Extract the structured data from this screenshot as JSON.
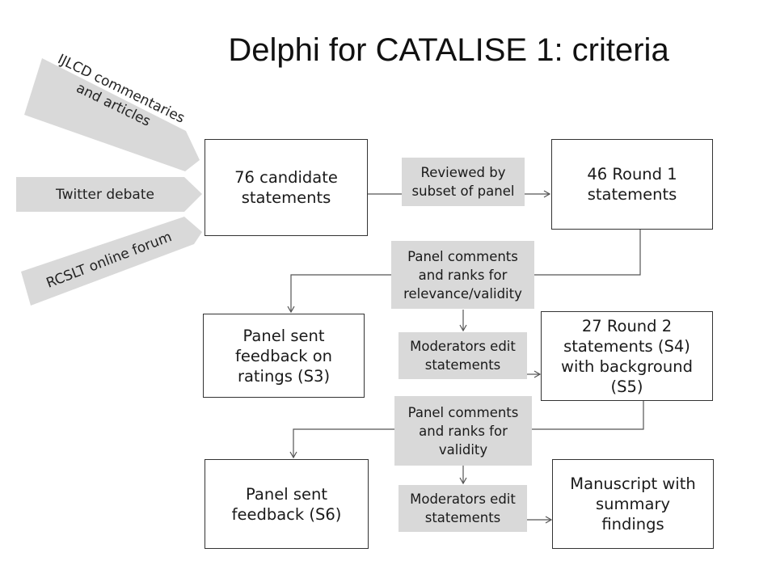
{
  "title": "Delphi for CATALISE 1: criteria",
  "sources": {
    "ijlcd_line1": "IJLCD commentaries",
    "ijlcd_line2": "and articles",
    "twitter": "Twitter debate",
    "rcslt": "RCSLT online forum"
  },
  "boxes": {
    "candidate": "76 candidate statements",
    "round1": "46 Round 1 statements",
    "feedback_s3": "Panel sent feedback on ratings (S3)",
    "round2": "27 Round 2 statements (S4) with background (S5)",
    "feedback_s6": "Panel sent feedback (S6)",
    "manuscript": "Manuscript with summary findings"
  },
  "notes": {
    "reviewed": "Reviewed by subset of panel",
    "comments1": "Panel comments and ranks for relevance/validity",
    "moderators1": "Moderators edit statements",
    "comments2": "Panel comments and ranks for validity",
    "moderators2": "Moderators edit statements"
  }
}
